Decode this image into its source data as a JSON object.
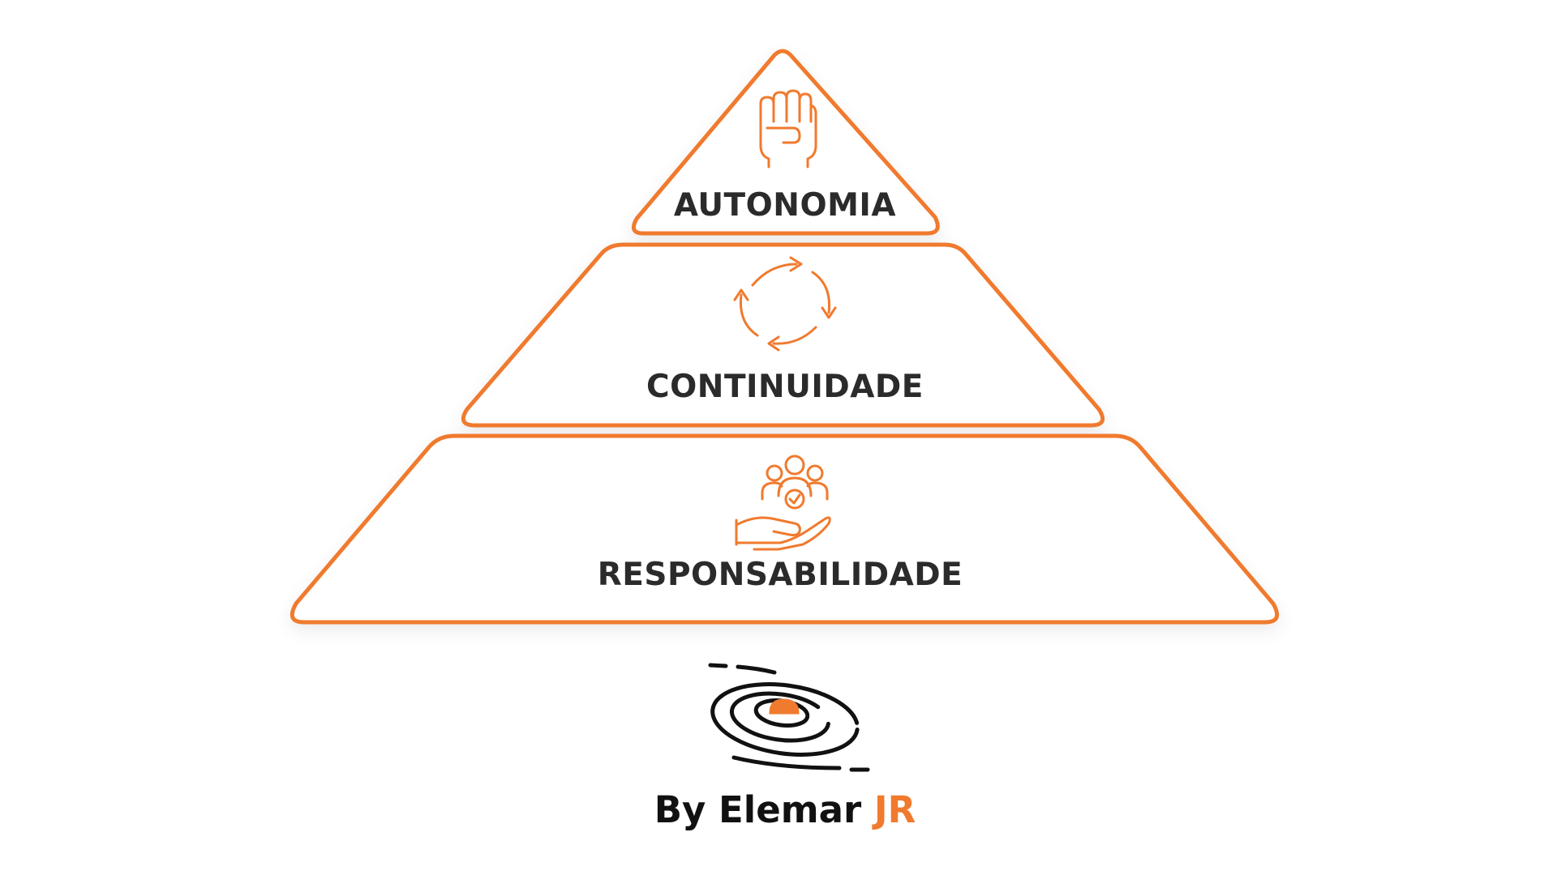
{
  "colors": {
    "accent": "#f07a2e",
    "text": "#2b2b2b",
    "logo_dark": "#111111"
  },
  "pyramid": {
    "tiers": [
      {
        "label": "AUTONOMIA",
        "icon": "raised-fist-icon"
      },
      {
        "label": "CONTINUIDADE",
        "icon": "circular-arrows-cycle-icon"
      },
      {
        "label": "RESPONSABILIDADE",
        "icon": "hand-holding-people-icon"
      }
    ]
  },
  "brand": {
    "logo_icon": "galaxy-spiral-icon",
    "prefix": "By Elemar ",
    "suffix": "JR"
  }
}
